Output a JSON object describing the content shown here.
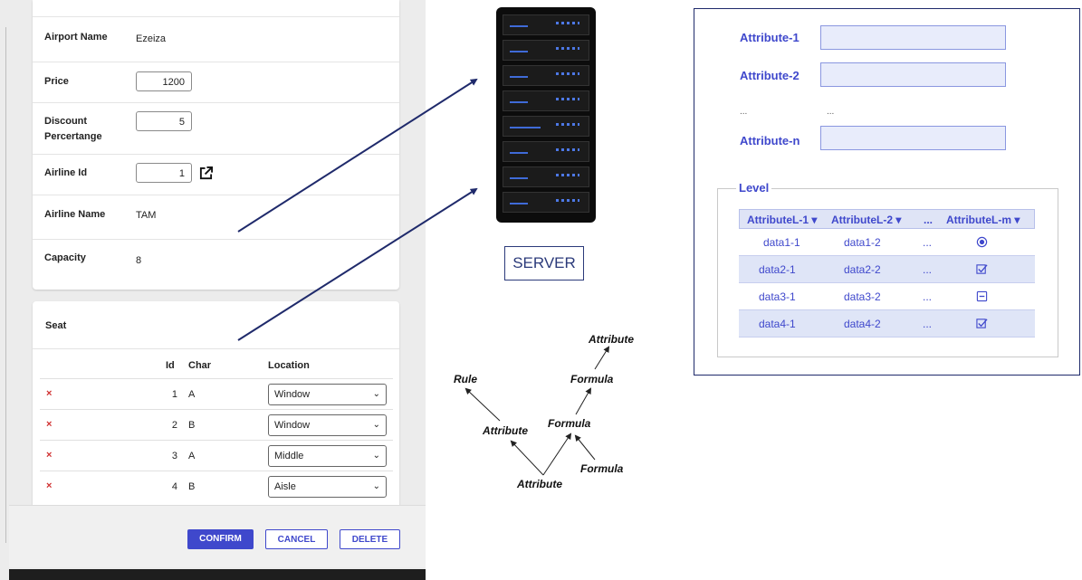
{
  "form": {
    "fields": [
      {
        "label": "Airport Name",
        "value": "Ezeiza",
        "type": "text"
      },
      {
        "label": "Price",
        "value": "1200",
        "type": "input"
      },
      {
        "label": "Discount\nPercertange",
        "value": "5",
        "type": "input"
      },
      {
        "label": "Airline Id",
        "value": "1",
        "type": "input-link"
      },
      {
        "label": "Airline Name",
        "value": "TAM",
        "type": "text"
      },
      {
        "label": "Capacity",
        "value": "8",
        "type": "text"
      }
    ],
    "seat": {
      "title": "Seat",
      "headers": {
        "id": "Id",
        "char": "Char",
        "location": "Location"
      },
      "rows": [
        {
          "delete": "×",
          "id": "1",
          "char": "A",
          "location": "Window"
        },
        {
          "delete": "×",
          "id": "2",
          "char": "B",
          "location": "Window"
        },
        {
          "delete": "×",
          "id": "3",
          "char": "A",
          "location": "Middle"
        },
        {
          "delete": "×",
          "id": "4",
          "char": "B",
          "location": "Aisle"
        }
      ]
    },
    "buttons": {
      "confirm": "CONFIRM",
      "cancel": "CANCEL",
      "delete": "DELETE"
    }
  },
  "server": {
    "label": "SERVER"
  },
  "graph": {
    "labels": [
      "Attribute",
      "Rule",
      "Formula",
      "Attribute",
      "Formula",
      "Attribute",
      "Formula"
    ]
  },
  "diagram": {
    "attributes": [
      "Attribute-1",
      "Attribute-2",
      "Attribute-n"
    ],
    "ellipsis": "...",
    "level": {
      "title": "Level",
      "headers": [
        "AttributeL-1 ▾",
        "AttributeL-2 ▾",
        "...",
        "AttributeL-m ▾"
      ],
      "rows": [
        {
          "c1": "data1-1",
          "c2": "data1-2",
          "c3": "...",
          "icon": "radio-icon"
        },
        {
          "c1": "data2-1",
          "c2": "data2-2",
          "c3": "...",
          "icon": "checkbox-icon"
        },
        {
          "c1": "data3-1",
          "c2": "data3-2",
          "c3": "...",
          "icon": "minus-box-icon"
        },
        {
          "c1": "data4-1",
          "c2": "data4-2",
          "c3": "...",
          "icon": "checkbox-icon"
        }
      ]
    }
  },
  "colors": {
    "accent": "#3f48cc",
    "arrow": "#1f2a6b",
    "delete": "#d03030"
  }
}
